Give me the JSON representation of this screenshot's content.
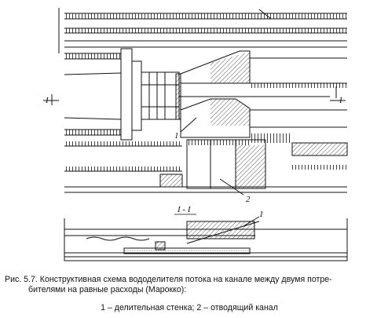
{
  "diagram": {
    "section_marker": "I",
    "section_title": "I - I",
    "callout_1": "1",
    "callout_2": "2"
  },
  "caption": {
    "line1": "Рис. 5.7. Конструктивная схема вододелителя потока на канале между двумя потре-",
    "line2": "бителями на равные расходы (Марокко):",
    "legend": "1 – делительная стенка; 2 – отводящий канал"
  }
}
